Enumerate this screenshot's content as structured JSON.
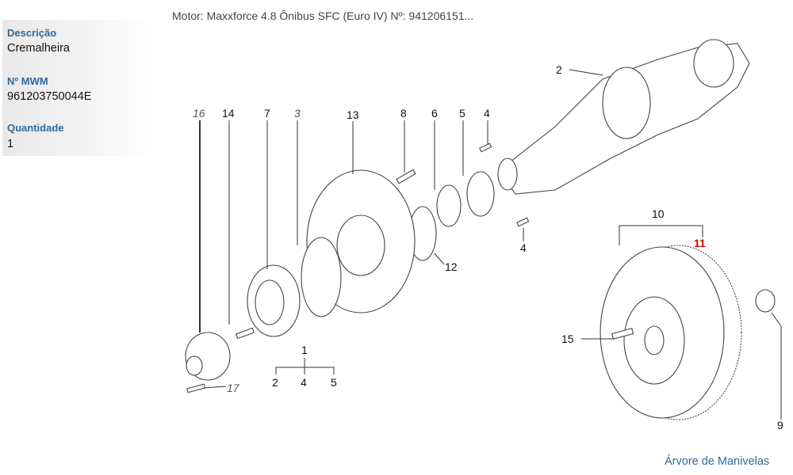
{
  "header": {
    "title": "Motor: Maxxforce 4.8 Ônibus SFC (Euro IV)   Nº: 941206151..."
  },
  "details": {
    "description_label": "Descrição",
    "description_value": "Cremalheira",
    "mwm_label": "Nº MWM",
    "mwm_value": "961203750044E",
    "quantity_label": "Quantidade",
    "quantity_value": "1"
  },
  "callouts": {
    "c2_top": "2",
    "c16": "16",
    "c14": "14",
    "c7": "7",
    "c3": "3",
    "c13": "13",
    "c8": "8",
    "c6": "6",
    "c5": "5",
    "c4_top": "4",
    "c4_bottom": "4",
    "c12": "12",
    "c10": "10",
    "c11": "11",
    "c15": "15",
    "c1": "1",
    "c1_2": "2",
    "c1_4": "4",
    "c1_5": "5",
    "c17": "17",
    "c9": "9"
  },
  "highlight_color": "#d10000",
  "footer": {
    "link": "Árvore de Manivelas"
  }
}
